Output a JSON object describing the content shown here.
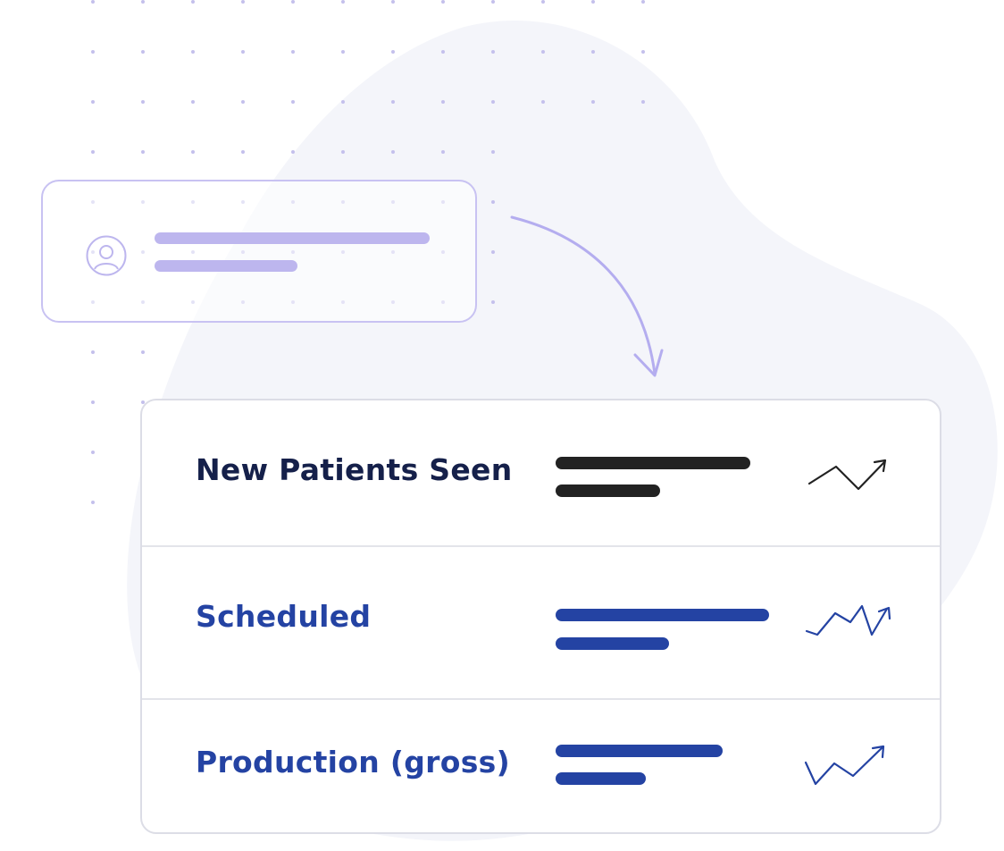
{
  "patient_card": {
    "avatar_icon": "user-circle-icon"
  },
  "metrics": [
    {
      "label": "New Patients Seen",
      "trend_icon": "trend-up-arrow-icon"
    },
    {
      "label": "Scheduled",
      "trend_icon": "trend-up-arrow-icon"
    },
    {
      "label": "Production (gross)",
      "trend_icon": "trend-up-arrow-icon"
    }
  ],
  "colors": {
    "blob": "#f4f5fa",
    "dots": "#c4c0ec",
    "lavender": "#bdb6ee",
    "navy": "#15204a",
    "blue": "#2443a3",
    "dark": "#222222"
  }
}
